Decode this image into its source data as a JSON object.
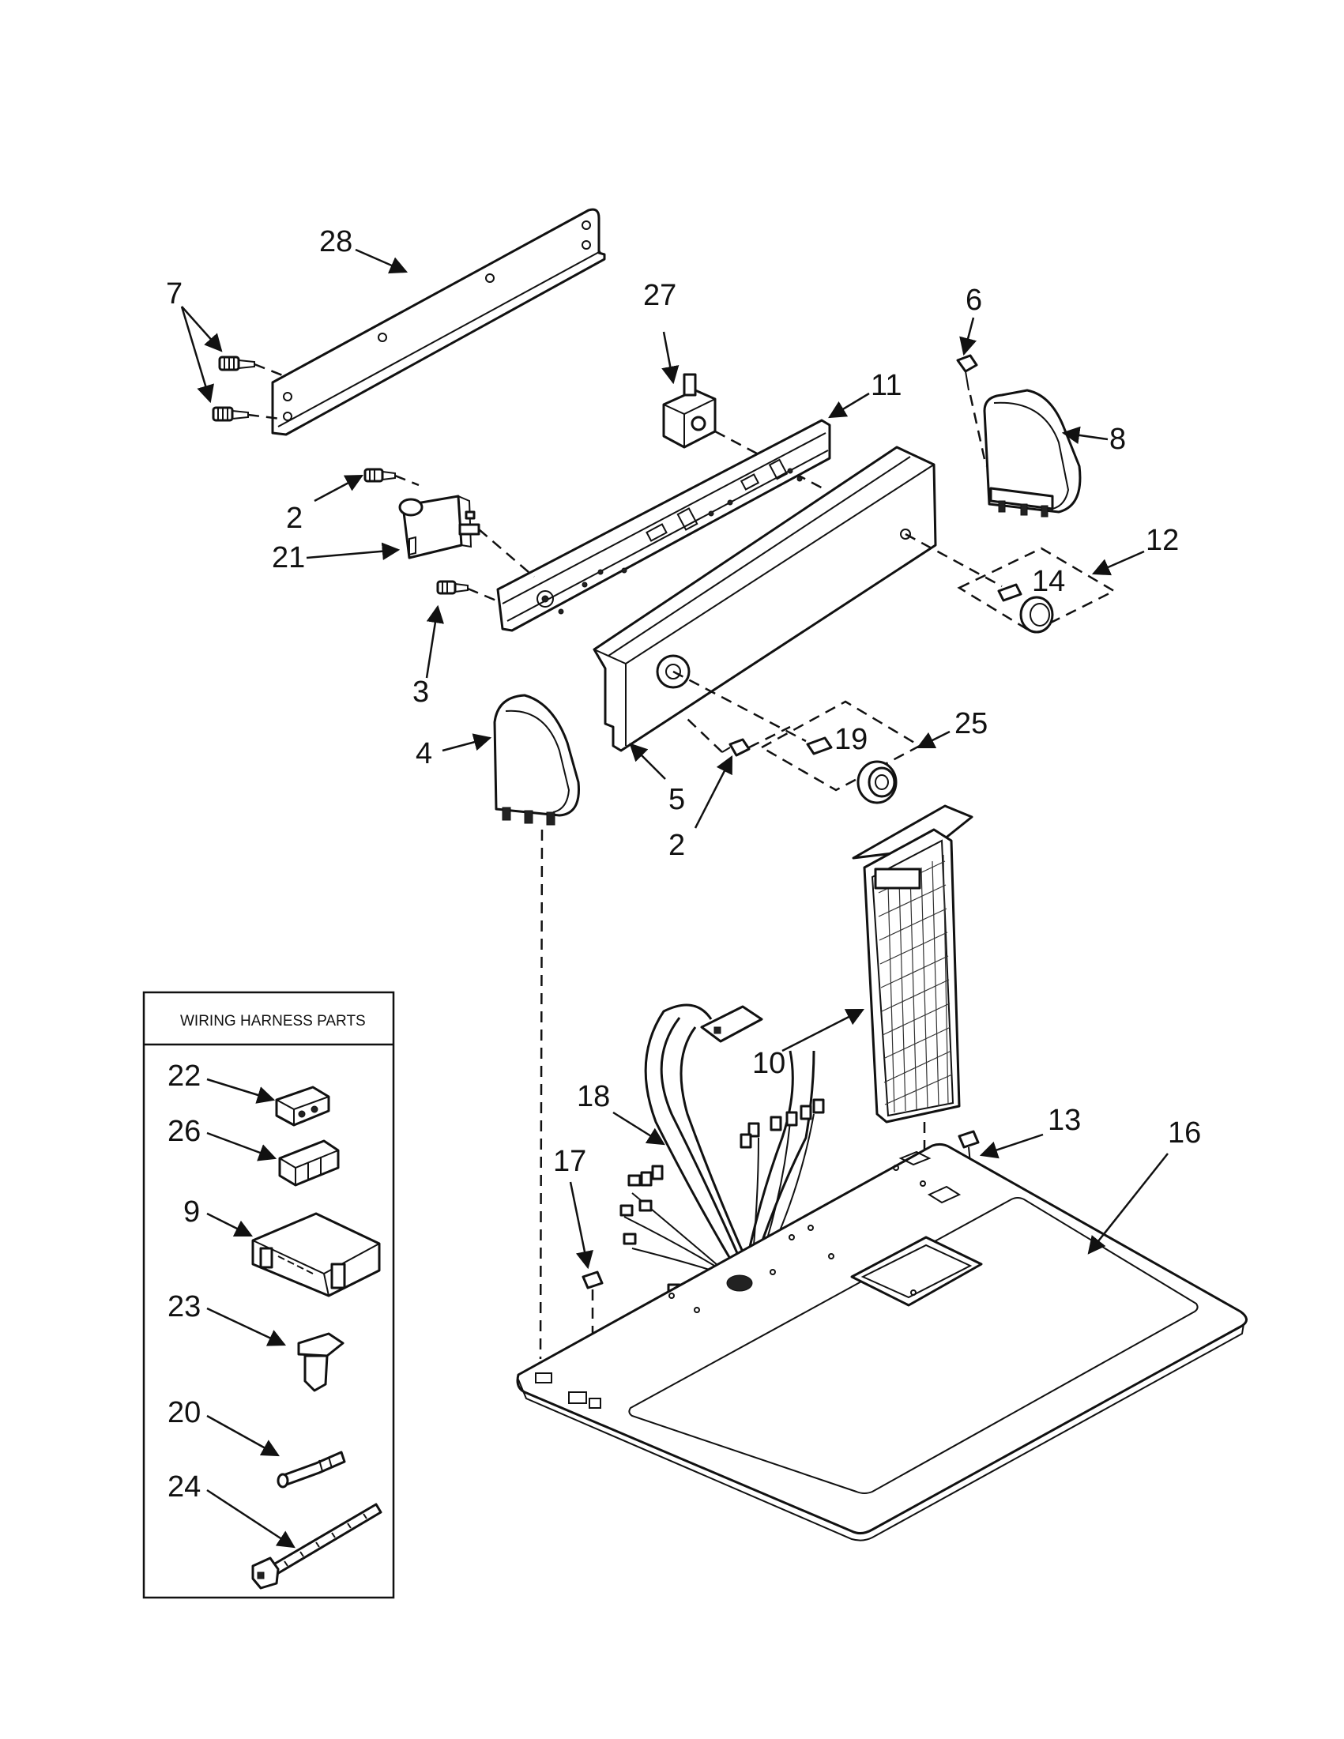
{
  "legend": {
    "title": "WIRING HARNESS PARTS"
  },
  "callouts": {
    "p28": "28",
    "p7": "7",
    "p27": "27",
    "p11": "11",
    "p6": "6",
    "p8": "8",
    "p2a": "2",
    "p21": "21",
    "p12": "12",
    "p14": "14",
    "p3": "3",
    "p4": "4",
    "p25": "25",
    "p19": "19",
    "p5": "5",
    "p2b": "2",
    "p10": "10",
    "p18": "18",
    "p13": "13",
    "p16": "16",
    "p17": "17",
    "p22": "22",
    "p26": "26",
    "p9": "9",
    "p23": "23",
    "p20": "20",
    "p24": "24"
  }
}
